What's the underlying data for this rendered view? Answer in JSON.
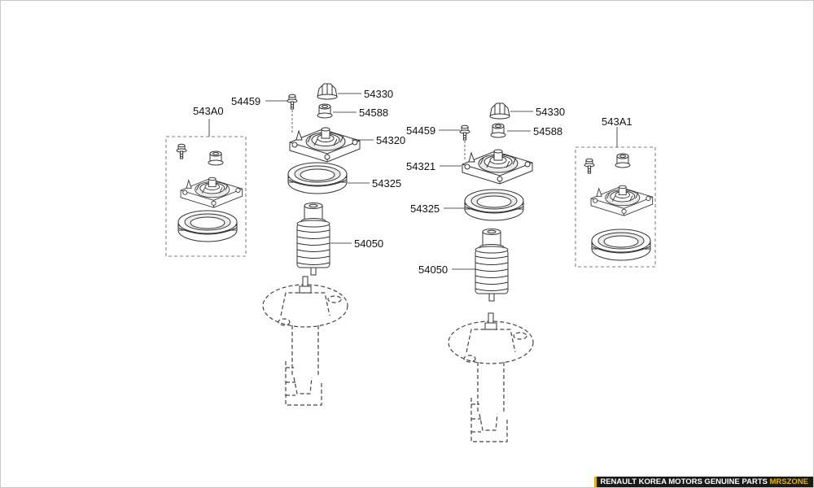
{
  "labels": {
    "kit_left": "543A0",
    "kit_right": "543A1",
    "left_54459": "54459",
    "left_54330": "54330",
    "left_54588": "54588",
    "left_54320": "54320",
    "left_54325": "54325",
    "left_54050": "54050",
    "right_54459": "54459",
    "right_54330": "54330",
    "right_54588": "54588",
    "right_54321": "54321",
    "right_54325": "54325",
    "right_54050": "54050"
  },
  "footer": {
    "watermark": "RENAULT KOREA MOTORS GENUINE PARTS",
    "brand": "MRSZONE"
  },
  "colors": {
    "line": "#333333",
    "footer_bg": "#1a1a1a",
    "footer_accent": "#e8b400"
  }
}
